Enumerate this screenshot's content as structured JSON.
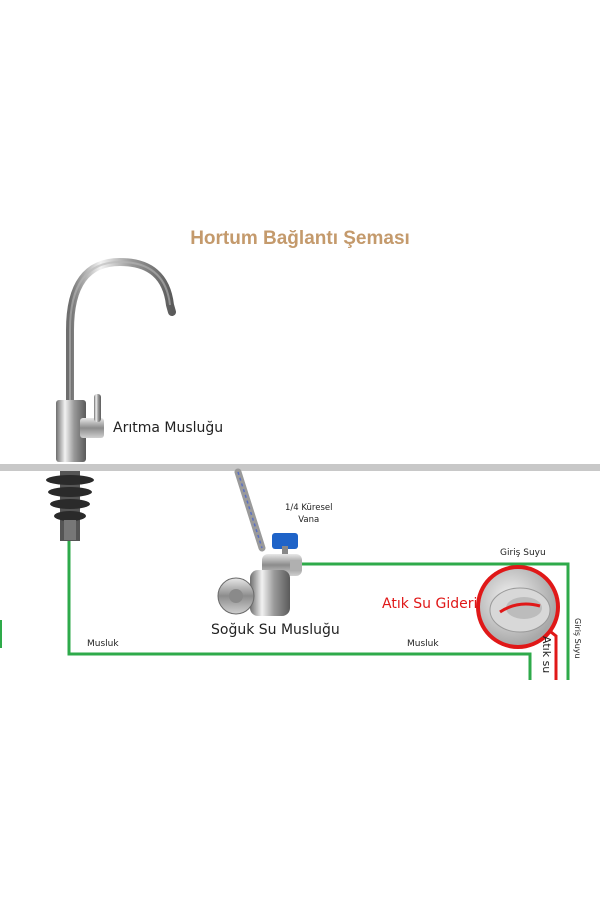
{
  "title": "Hortum Bağlantı Şeması",
  "labels": {
    "faucet": "Arıtma Musluğu",
    "valve_line1": "1/4 Küresel",
    "valve_line2": "Vana",
    "cold_tap": "Soğuk Su Musluğu",
    "inlet": "Giriş Suyu",
    "inlet_vertical": "Giriş Suyu",
    "drain": "Atık Su Gideri",
    "waste": "Atık su",
    "tap_line_left": "Musluk",
    "tap_line_right": "Musluk"
  },
  "colors": {
    "title": "#c49a6c",
    "green_hose": "#2eaa4a",
    "red_hose": "#e01818",
    "drain_label": "#e01818",
    "counter": "#c8c8c8",
    "text": "#222222"
  },
  "icons": {
    "faucet": "faucet-icon",
    "valve": "ball-valve-icon",
    "drain": "drain-pipe-icon"
  }
}
